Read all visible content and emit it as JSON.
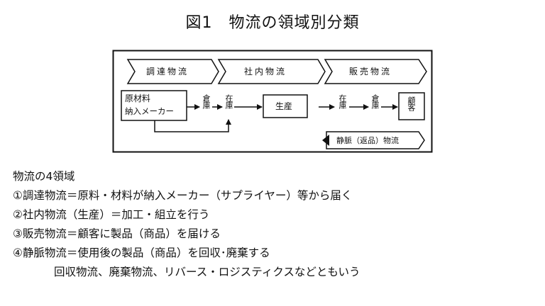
{
  "title": "図1　物流の領域別分類",
  "diagram": {
    "flow_arrows": [
      "調達物流",
      "社内物流",
      "販売物流"
    ],
    "supplier_line1": "原材料",
    "supplier_line2": "納入メーカー",
    "warehouse1": "倉庫",
    "inventory1": "在庫",
    "production": "生産",
    "inventory2": "在庫",
    "warehouse2": "倉庫",
    "customer": "顧客",
    "reverse_flow": "静脈（返品）物流"
  },
  "text": {
    "heading": "物流の4領域",
    "items": [
      "①調達物流＝原料・材料が納入メーカー（サプライヤー）等から届く",
      "②社内物流（生産）＝加工・組立を行う",
      "③販売物流＝顧客に製品（商品）を届ける",
      "④静脈物流＝使用後の製品（商品）を回収･廃棄する"
    ],
    "note": "回収物流、廃棄物流、リバース・ロジスティクスなどともいう"
  }
}
